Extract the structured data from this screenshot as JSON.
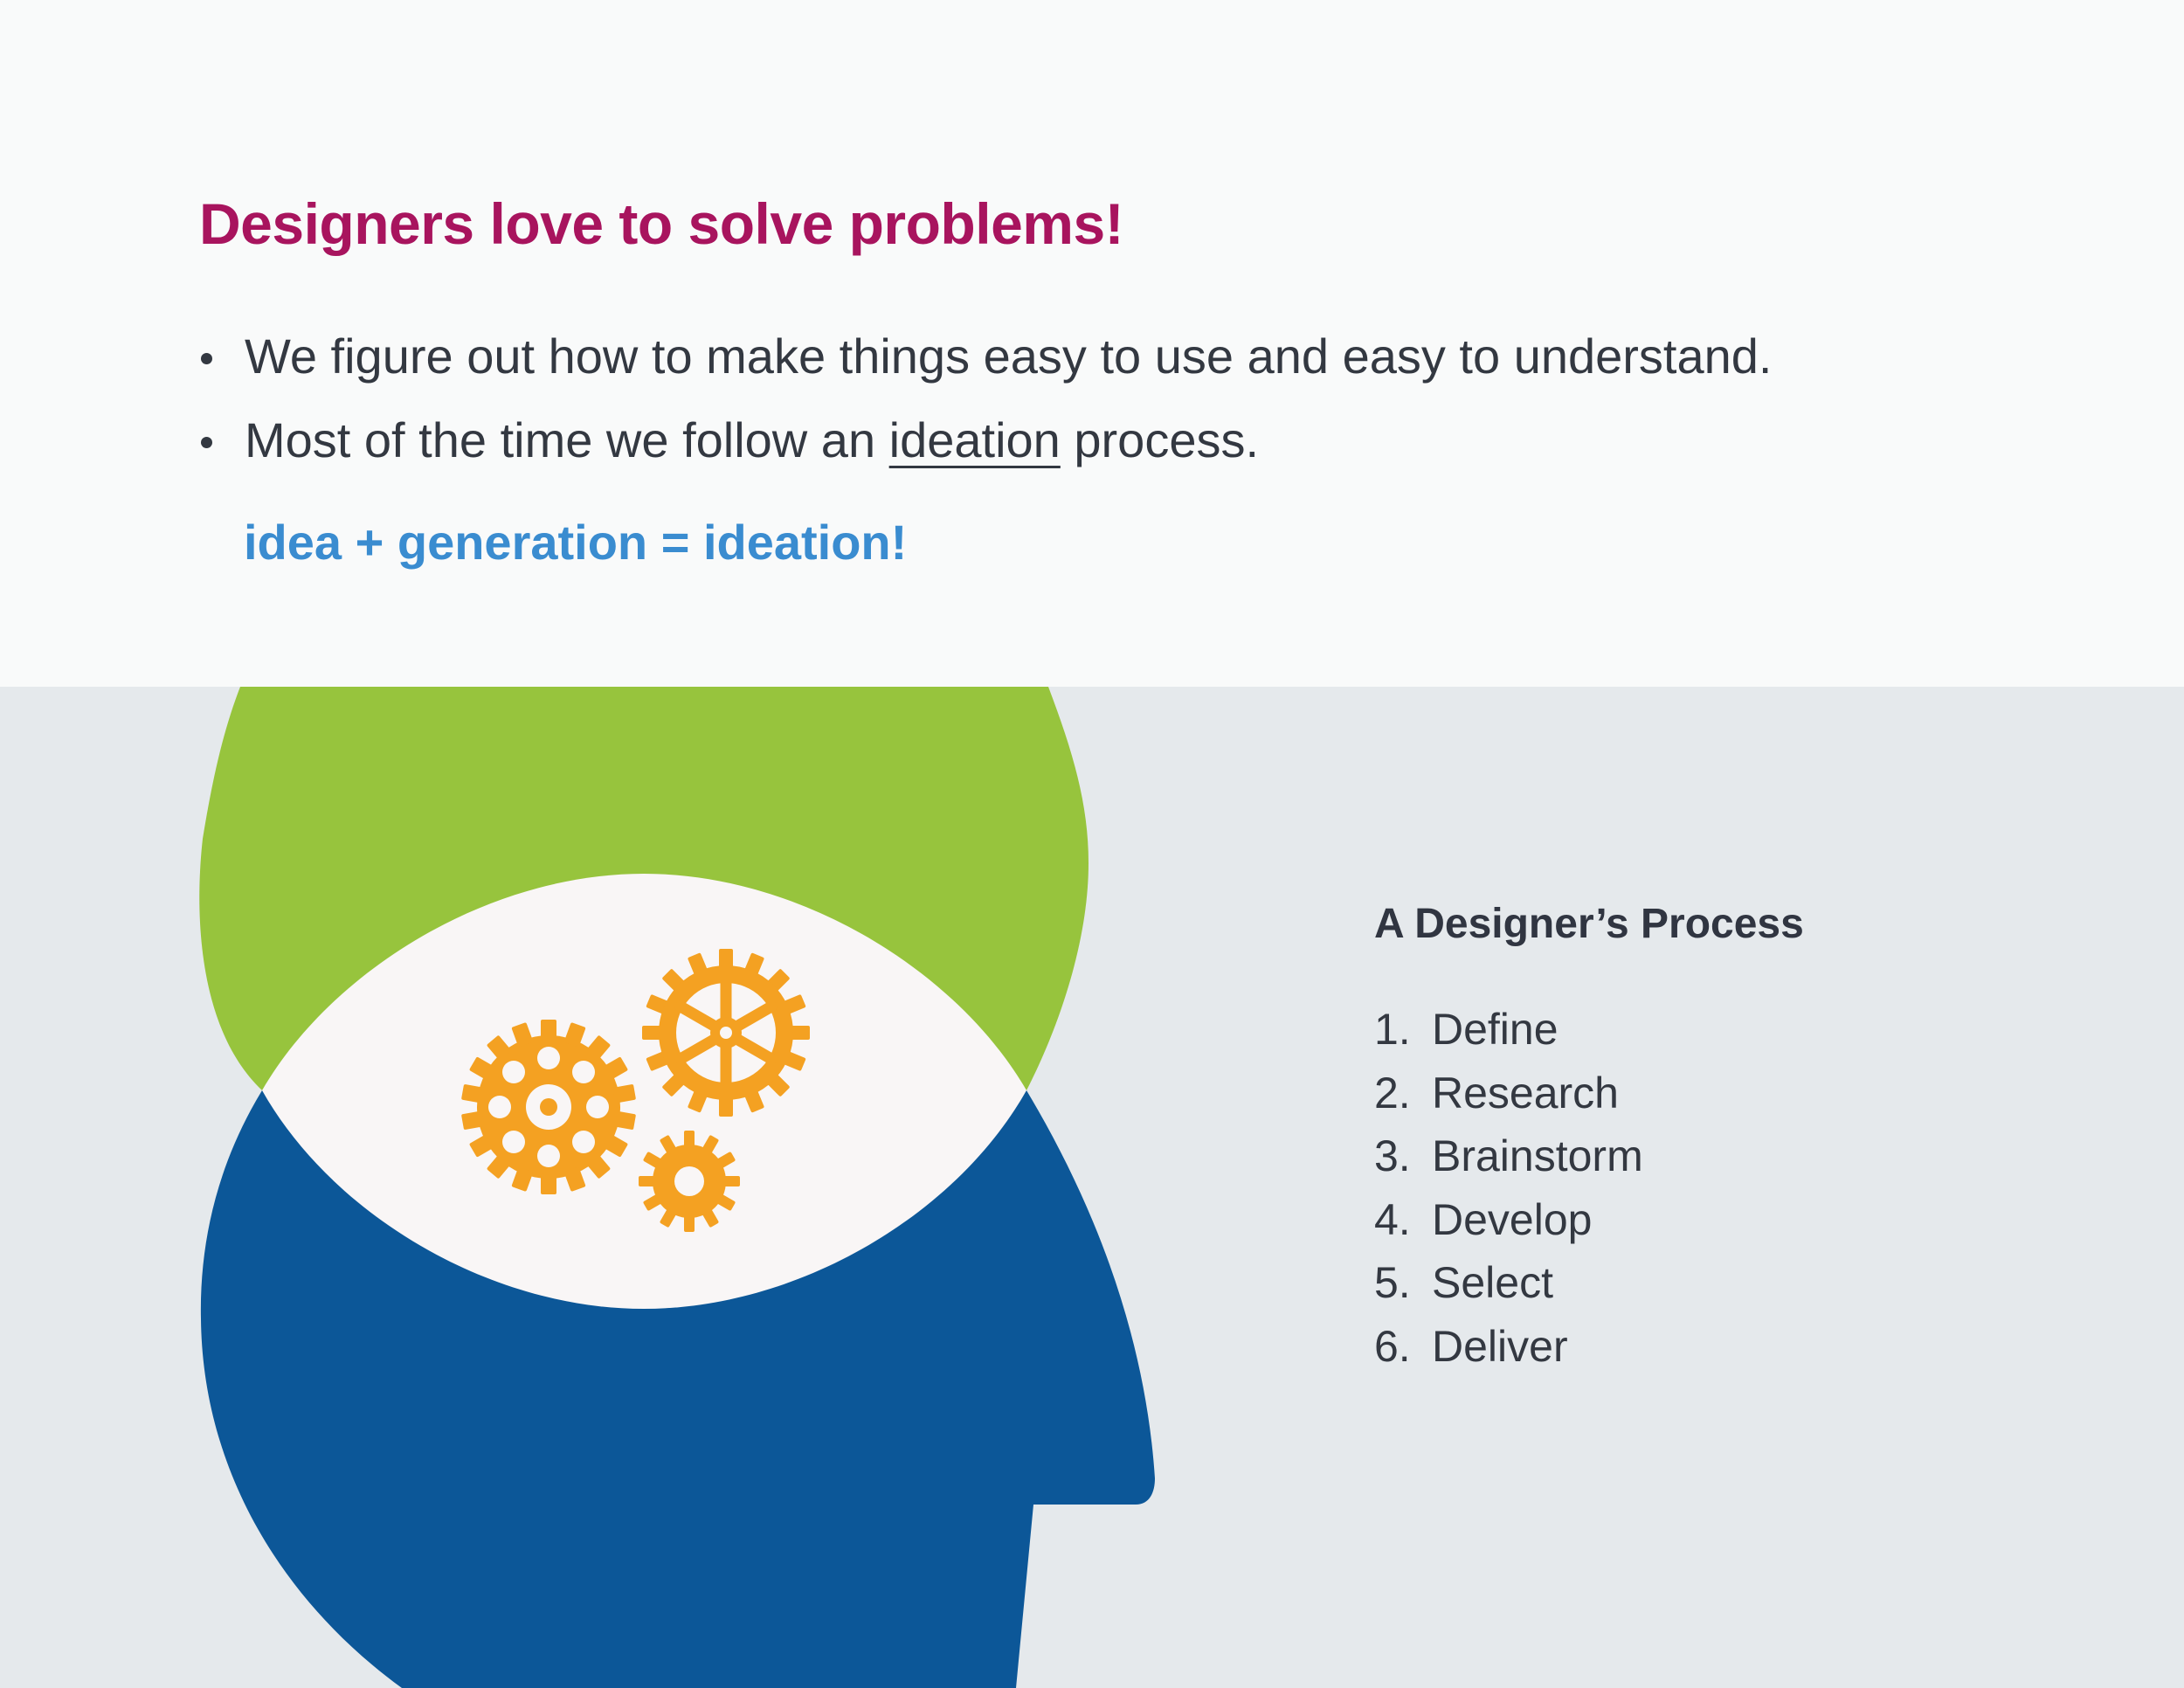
{
  "heading": "Designers love to solve problems!",
  "bullets": {
    "item1": "We figure out how to make things easy to use and easy to understand.",
    "item2_before": "Most of the time we follow an",
    "item2_link": "ideation",
    "item2_after": "process."
  },
  "formula": "idea + generation = ideation!",
  "illustration": {
    "icons": [
      "head-silhouette-icon",
      "gear-icon"
    ],
    "colors": {
      "hair": "#97c43d",
      "head": "#0c5798",
      "brain": "#f9f6f6",
      "gears": "#f4a122"
    }
  },
  "process": {
    "title": "A Designer’s Process",
    "steps": [
      {
        "num": "1.",
        "label": "Define"
      },
      {
        "num": "2.",
        "label": "Research"
      },
      {
        "num": "3.",
        "label": "Brainstorm"
      },
      {
        "num": "4.",
        "label": "Develop"
      },
      {
        "num": "5.",
        "label": "Select"
      },
      {
        "num": "6.",
        "label": "Deliver"
      }
    ]
  },
  "colors": {
    "heading": "#a8145e",
    "formula": "#3a8cd0",
    "text": "#333841",
    "top_bg": "#f9fafa",
    "bottom_bg": "#e5e9ec"
  }
}
